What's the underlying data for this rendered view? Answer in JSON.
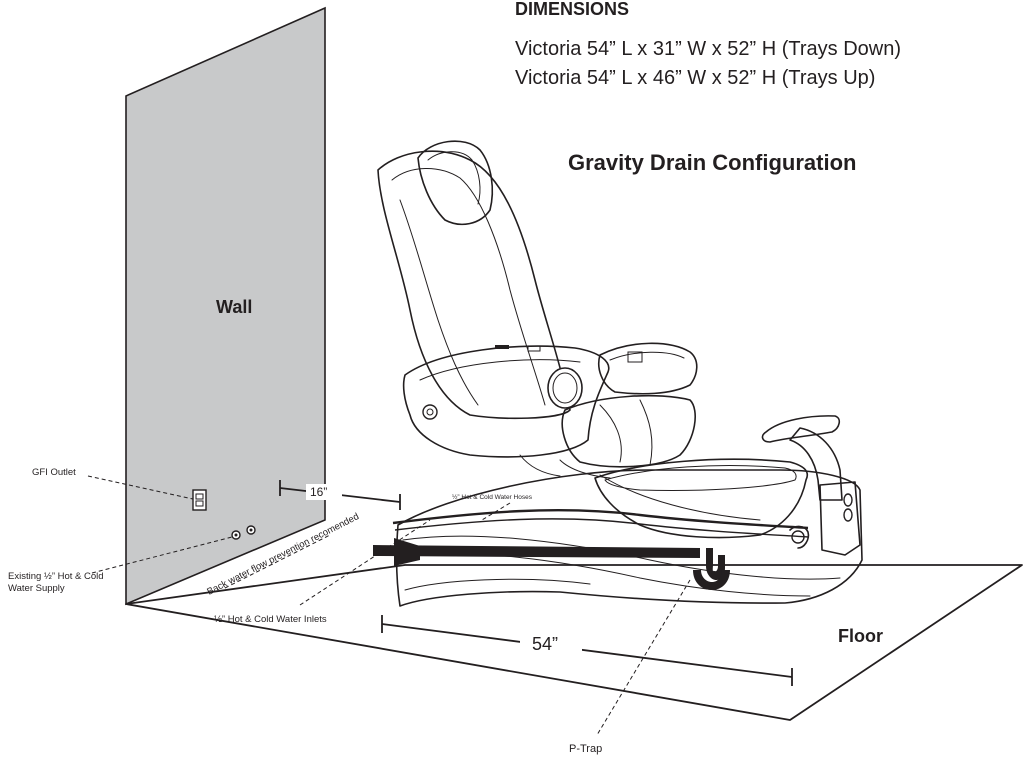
{
  "header": {
    "dimensions_title": "DIMENSIONS",
    "dimension_lines": [
      "Victoria 54” L x 31” W x 52” H (Trays Down)",
      "Victoria 54” L x 46” W x 52” H (Trays Up)"
    ],
    "configuration_title": "Gravity Drain Configuration"
  },
  "labels": {
    "wall": "Wall",
    "floor": "Floor",
    "gfi_outlet": "GFI Outlet",
    "water_supply_line1": "Existing ½” Hot & Cold",
    "water_supply_line2": "Water Supply",
    "back_flow": "Back water flow prevention recomended",
    "water_inlets": "½” Hot & Cold Water Inlets",
    "water_hoses": "½” Hot & Cold Water Hoses",
    "p_trap": "P-Trap"
  },
  "measurements": {
    "wall_distance": "16”",
    "length": "54”"
  },
  "colors": {
    "wall_fill": "#c8c9ca",
    "line": "#231f20",
    "pipe": "#231f20"
  }
}
